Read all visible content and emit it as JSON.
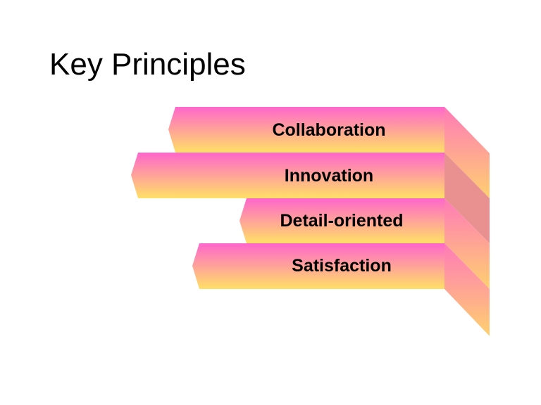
{
  "slide": {
    "title": "Key Principles"
  },
  "diagram": {
    "items": [
      {
        "label": "Collaboration"
      },
      {
        "label": "Innovation"
      },
      {
        "label": "Detail-oriented"
      },
      {
        "label": "Satisfaction"
      }
    ],
    "colors": {
      "gradient_top": "#ff66cc",
      "gradient_bottom": "#ffe066",
      "side_light": "#ff8fa8",
      "side_dark": "#e88a8a"
    }
  }
}
